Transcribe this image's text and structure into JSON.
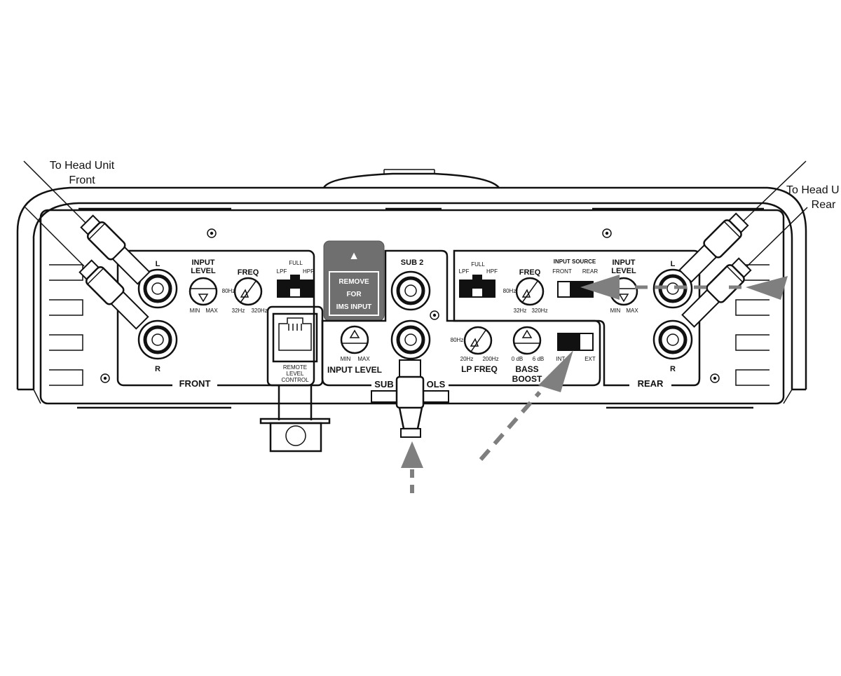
{
  "callouts": {
    "front_line1": "To Head Unit",
    "front_line2": "Front",
    "rear_line1": "To Head U",
    "rear_line2": "Rear"
  },
  "front": {
    "section_label": "FRONT",
    "jack_l": "L",
    "jack_r": "R",
    "input_level_line1": "INPUT",
    "input_level_line2": "LEVEL",
    "input_level_min": "MIN",
    "input_level_max": "MAX",
    "freq_label": "FREQ",
    "freq_80": "80Hz",
    "freq_32": "32Hz",
    "freq_320": "320Hz",
    "xover_full": "FULL",
    "xover_lpf": "LPF",
    "xover_hpf": "HPF"
  },
  "ims": {
    "arrow": "▲",
    "line1": "REMOVE",
    "line2": "FOR",
    "line3": "IMS INPUT"
  },
  "remote": {
    "line1": "REMOTE",
    "line2": "LEVEL",
    "line3": "CONTROL"
  },
  "sub": {
    "sub2_label": "SUB 2",
    "input_level_min": "MIN",
    "input_level_max": "MAX",
    "input_level_label": "INPUT LEVEL",
    "section_left": "SUB",
    "section_right": "OLS",
    "lp_80": "80Hz",
    "lp_20": "20Hz",
    "lp_200": "200Hz",
    "lp_label": "LP FREQ",
    "boost_0": "0 dB",
    "boost_6": "6 dB",
    "boost_line1": "BASS",
    "boost_line2": "BOOST",
    "switch_int": "INT",
    "switch_ext": "EXT"
  },
  "rear": {
    "section_label": "REAR",
    "jack_l": "L",
    "jack_r": "R",
    "xover_full": "FULL",
    "xover_lpf": "LPF",
    "xover_hpf": "HPF",
    "freq_label": "FREQ",
    "freq_80": "80Hz",
    "freq_32": "32Hz",
    "freq_320": "320Hz",
    "source_title": "INPUT SOURCE",
    "source_front": "FRONT",
    "source_rear": "REAR",
    "input_level_line1": "INPUT",
    "input_level_line2": "LEVEL",
    "input_level_min": "MIN",
    "input_level_max": "MAX"
  },
  "colors": {
    "arrow": "#7f7f7f",
    "ims_panel": "#6f6f6f",
    "line": "#111111"
  }
}
